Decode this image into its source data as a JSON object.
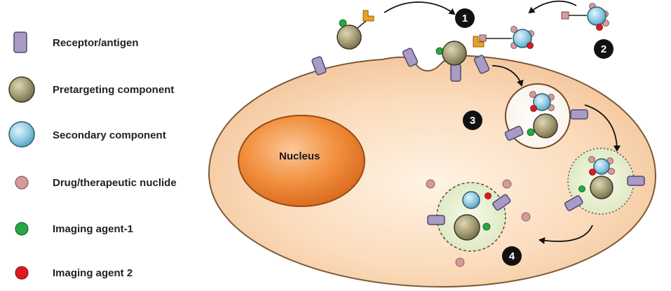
{
  "legend": {
    "receptor": "Receptor/antigen",
    "pretargeting": "Pretargeting component",
    "secondary": "Secondary component",
    "drug": "Drug/therapeutic nuclide",
    "imaging1": "Imaging agent-1",
    "imaging2": "Imaging agent 2"
  },
  "nucleus_label": "Nucleus",
  "steps": [
    "1",
    "2",
    "3",
    "4"
  ],
  "colors": {
    "cell_fill": "#f8d3ae",
    "nucleus_fill": "#f0883a",
    "receptor": "#a99bc8",
    "pretargeting": "#a39a70",
    "secondary": "#8ec9e2",
    "drug": "#d59a9a",
    "imaging1": "#26a845",
    "imaging2": "#e0181e",
    "hapten": "#e8a41c"
  }
}
